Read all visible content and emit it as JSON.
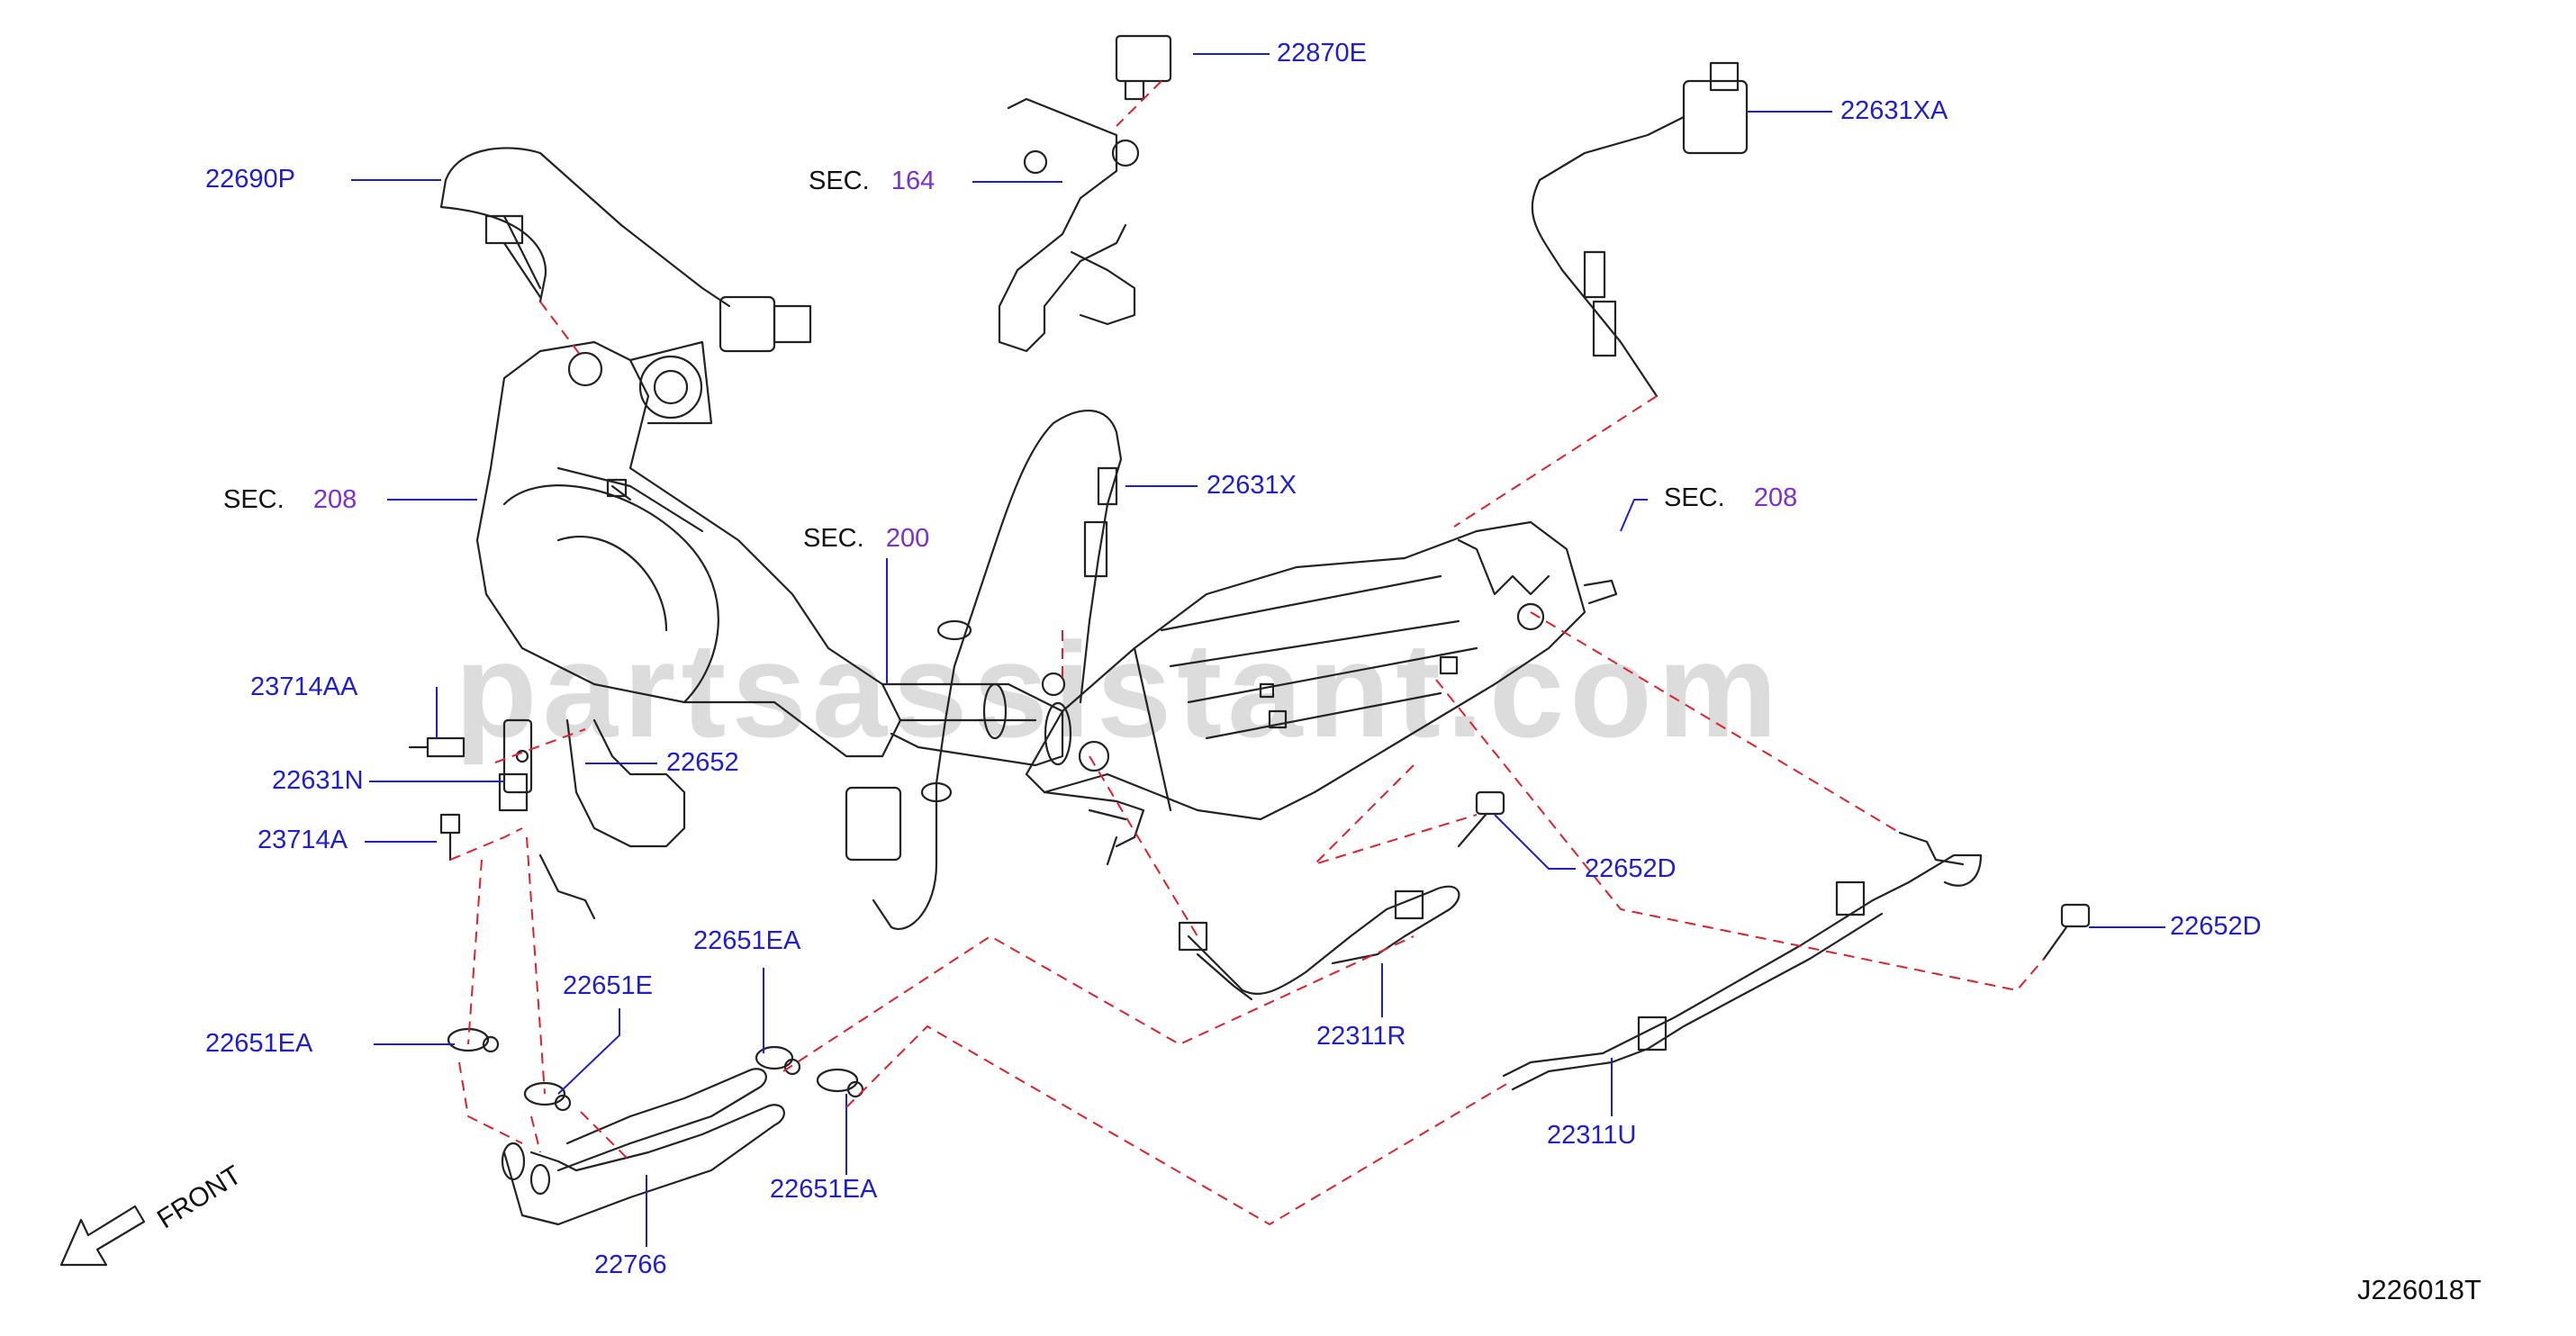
{
  "watermark": "partsassistant.com",
  "drawing_code": "J226018T",
  "front_label": "FRONT",
  "sections": [
    {
      "prefix": "SEC.",
      "ref": "164"
    },
    {
      "prefix": "SEC.",
      "ref": "208"
    },
    {
      "prefix": "SEC.",
      "ref": "200"
    },
    {
      "prefix": "SEC.",
      "ref": "208"
    }
  ],
  "parts": [
    {
      "number": "22870E"
    },
    {
      "number": "22631XA"
    },
    {
      "number": "22690P"
    },
    {
      "number": "22631X"
    },
    {
      "number": "23714AA"
    },
    {
      "number": "22652"
    },
    {
      "number": "22631N"
    },
    {
      "number": "23714A"
    },
    {
      "number": "22652D"
    },
    {
      "number": "22652D"
    },
    {
      "number": "22651EA"
    },
    {
      "number": "22651E"
    },
    {
      "number": "22651EA"
    },
    {
      "number": "22651EA"
    },
    {
      "number": "22311R"
    },
    {
      "number": "22311U"
    },
    {
      "number": "22766"
    }
  ],
  "colors": {
    "part_number": "#1e1ecf",
    "section_ref": "#7a2fcf",
    "leader": "#1e1ecf",
    "dashed_link": "#e0202a",
    "linework": "#222222"
  }
}
